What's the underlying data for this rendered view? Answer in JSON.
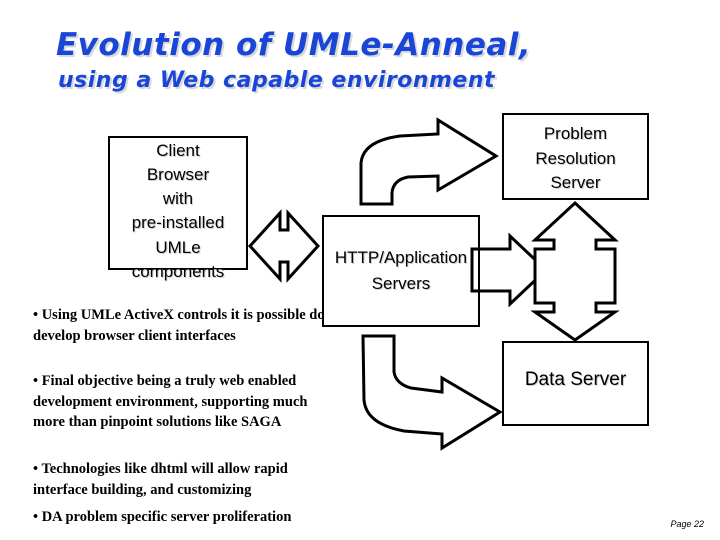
{
  "slide": {
    "page_number": "Page 22",
    "background_color": "#ffffff"
  },
  "title": {
    "main": "Evolution of UMLe-Anneal,",
    "sub": "using a Web capable environment",
    "color": "#1a46d8",
    "shadow_color": "#d9d9d9"
  },
  "diagram": {
    "boxes": [
      {
        "id": "client",
        "label": "Client\nBrowser\nwith\npre-installed\nUMLe\ncomponents"
      },
      {
        "id": "problem-resolution-server",
        "label": "Problem\nResolution\nServer"
      },
      {
        "id": "http-application-servers",
        "label": "HTTP/Application\nServers"
      },
      {
        "id": "data-server",
        "label": "Data Server"
      }
    ],
    "connectors": [
      {
        "id": "client-to-http",
        "kind": "double-headed-horizontal-arrow"
      },
      {
        "id": "http-to-problem-resolution",
        "kind": "curved-up-right-arrow"
      },
      {
        "id": "http-to-right",
        "kind": "block-right-arrow"
      },
      {
        "id": "http-to-data",
        "kind": "curved-down-right-arrow"
      },
      {
        "id": "prs-to-data",
        "kind": "double-headed-vertical-arrow"
      }
    ],
    "line_color": "#000000"
  },
  "bullets": [
    "• Using UMLe ActiveX controls it is possible do develop browser client interfaces",
    "• Final objective being a truly web enabled development environment, supporting much more than pinpoint solutions like SAGA",
    "• Technologies like dhtml will allow rapid interface building, and customizing",
    "• DA problem specific server proliferation"
  ]
}
